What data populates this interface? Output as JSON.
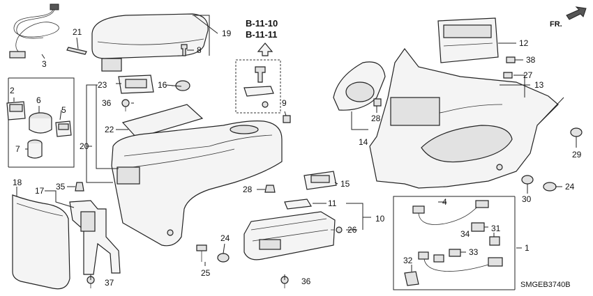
{
  "diagram": {
    "refs": [
      "B-11-10",
      "B-11-11"
    ],
    "front_marker": "FR.",
    "drawing_code": "SMGEB3740B",
    "callouts": {
      "c1": "1",
      "c2": "2",
      "c3": "3",
      "c4": "4",
      "c5": "5",
      "c6": "6",
      "c7": "7",
      "c8": "8",
      "c9": "9",
      "c10": "10",
      "c11": "11",
      "c12": "12",
      "c13": "13",
      "c14": "14",
      "c15": "15",
      "c16": "16",
      "c17": "17",
      "c18": "18",
      "c19": "19",
      "c20": "20",
      "c21": "21",
      "c22": "22",
      "c23": "23",
      "c24a": "24",
      "c24b": "24",
      "c25": "25",
      "c26": "26",
      "c27": "27",
      "c28a": "28",
      "c28b": "28",
      "c29": "29",
      "c30": "30",
      "c31": "31",
      "c32": "32",
      "c33": "33",
      "c34": "34",
      "c35": "35",
      "c36a": "36",
      "c36b": "36",
      "c37": "37",
      "c38": "38"
    }
  }
}
